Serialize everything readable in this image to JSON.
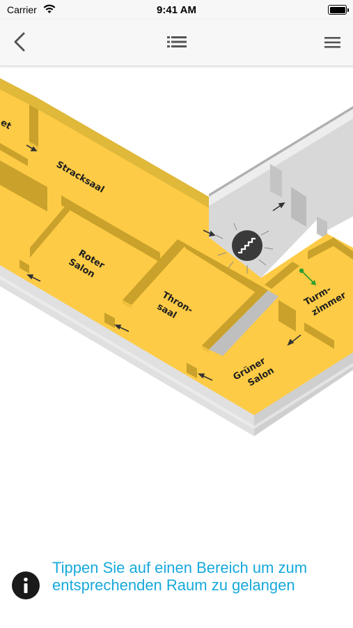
{
  "status_bar": {
    "carrier": "Carrier",
    "time": "9:41 AM",
    "icons": [
      "wifi-icon",
      "battery-icon"
    ]
  },
  "nav_bar": {
    "icons": [
      "back-chevron-icon",
      "list-icon",
      "hamburger-menu-icon"
    ]
  },
  "map": {
    "rooms": [
      {
        "label_lines": [
          "Stracksaal"
        ]
      },
      {
        "label_lines": [
          "Roter",
          "Salon"
        ]
      },
      {
        "label_lines": [
          "Thron-",
          "saal"
        ]
      },
      {
        "label_lines": [
          "Turm-",
          "zimmer"
        ]
      },
      {
        "label_lines": [
          "Grüner",
          "Salon"
        ]
      },
      {
        "label_lines": [
          "et"
        ]
      }
    ],
    "icons": [
      "stairs-icon",
      "direction-arrow-icon"
    ],
    "colors": {
      "room_floor": "#fdcb45",
      "room_wall": "#c8a12a",
      "hall_floor": "#d6d6d6",
      "outer_wall": "#b8b8b8",
      "stairs_marker": "#3a3a3a",
      "green_arrow": "#2e9e2e"
    }
  },
  "info": {
    "text": "Tippen Sie auf einen Bereich um zum entsprechenden Raum zu gelangen",
    "icon": "info-icon",
    "text_color": "#16a9dc"
  }
}
